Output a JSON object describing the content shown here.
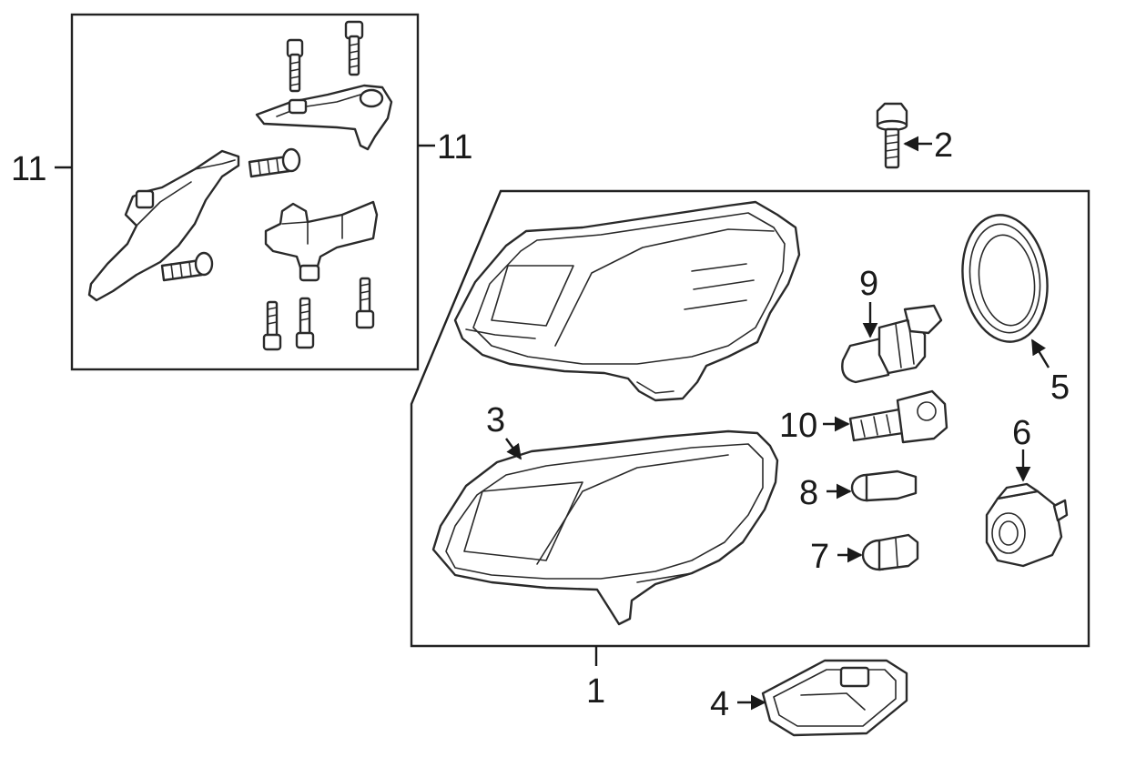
{
  "labels": {
    "l1": "1",
    "l2": "2",
    "l3": "3",
    "l4": "4",
    "l5": "5",
    "l6": "6",
    "l7": "7",
    "l8": "8",
    "l9": "9",
    "l10": "10",
    "l11_left": "11",
    "l11_right": "11"
  },
  "parts": [
    "bracket-kit",
    "bolt",
    "lens",
    "control-module",
    "dust-cap",
    "socket",
    "side-bulb",
    "marker-bulb",
    "high-beam-bulb",
    "low-beam-bulb",
    "headlamp-assembly"
  ]
}
